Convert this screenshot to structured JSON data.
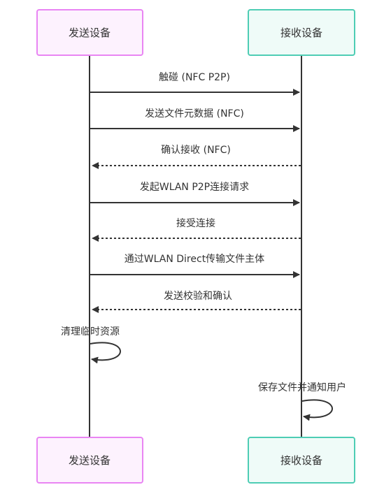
{
  "diagram": {
    "type": "sequence",
    "participants": [
      {
        "id": "sender",
        "label": "发送设备",
        "color": "#e985f3",
        "fill": "#fdf2fe"
      },
      {
        "id": "receiver",
        "label": "接收设备",
        "color": "#4ecdb4",
        "fill": "#effbf8"
      }
    ],
    "messages": [
      {
        "from": "sender",
        "to": "receiver",
        "text": "触碰 (NFC P2P)",
        "style": "solid"
      },
      {
        "from": "sender",
        "to": "receiver",
        "text": "发送文件元数据 (NFC)",
        "style": "solid"
      },
      {
        "from": "receiver",
        "to": "sender",
        "text": "确认接收 (NFC)",
        "style": "dotted"
      },
      {
        "from": "sender",
        "to": "receiver",
        "text": "发起WLAN P2P连接请求",
        "style": "solid"
      },
      {
        "from": "receiver",
        "to": "sender",
        "text": "接受连接",
        "style": "dotted"
      },
      {
        "from": "sender",
        "to": "receiver",
        "text": "通过WLAN Direct传输文件主体",
        "style": "solid"
      },
      {
        "from": "receiver",
        "to": "sender",
        "text": "发送校验和确认",
        "style": "dotted"
      },
      {
        "from": "sender",
        "to": "sender",
        "text": "清理临时资源",
        "style": "self"
      },
      {
        "from": "receiver",
        "to": "receiver",
        "text": "保存文件并通知用户",
        "style": "self"
      }
    ],
    "line_color": "#333333"
  }
}
